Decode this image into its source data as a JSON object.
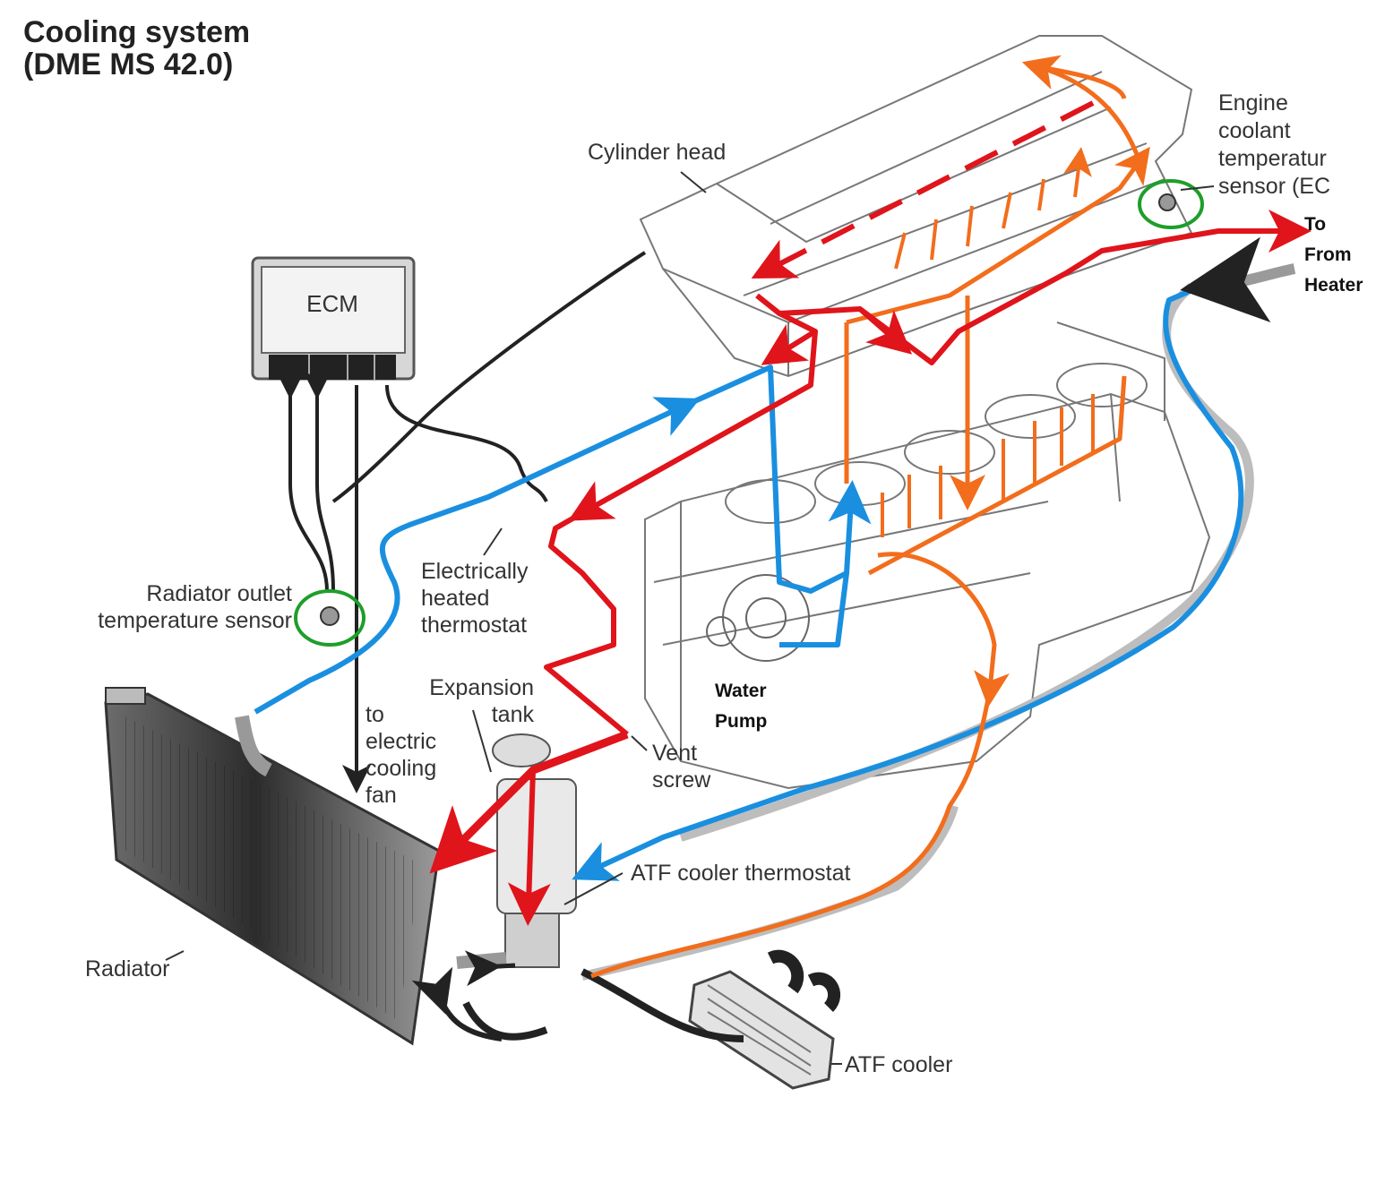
{
  "title": {
    "line1": "Cooling system",
    "line2": "(DME MS 42.0)"
  },
  "labels": {
    "cylinder_head": "Cylinder head",
    "engine_coolant_sensor": [
      "Engine",
      "coolant",
      "temperatur",
      "sensor (EC"
    ],
    "ecm": "ECM",
    "radiator_outlet_sensor": [
      "Radiator outlet",
      "temperature sensor"
    ],
    "thermostat": [
      "Electrically",
      "heated",
      "thermostat"
    ],
    "expansion_tank": [
      "Expansion",
      "tank"
    ],
    "fan": [
      "to",
      "electric",
      "cooling",
      "fan"
    ],
    "vent_screw": [
      "Vent",
      "screw"
    ],
    "water_pump": [
      "Water",
      "Pump"
    ],
    "heater": [
      "To",
      "From",
      "Heater"
    ],
    "atf_thermostat": "ATF cooler thermostat",
    "radiator": "Radiator",
    "atf_cooler": "ATF cooler"
  },
  "colors": {
    "hot_flow": "#e0141b",
    "cooled_flow": "#1a8fe0",
    "engine_flow": "#f26d1c",
    "sensor_highlight": "#1e9e2a",
    "line_art": "#555555"
  }
}
